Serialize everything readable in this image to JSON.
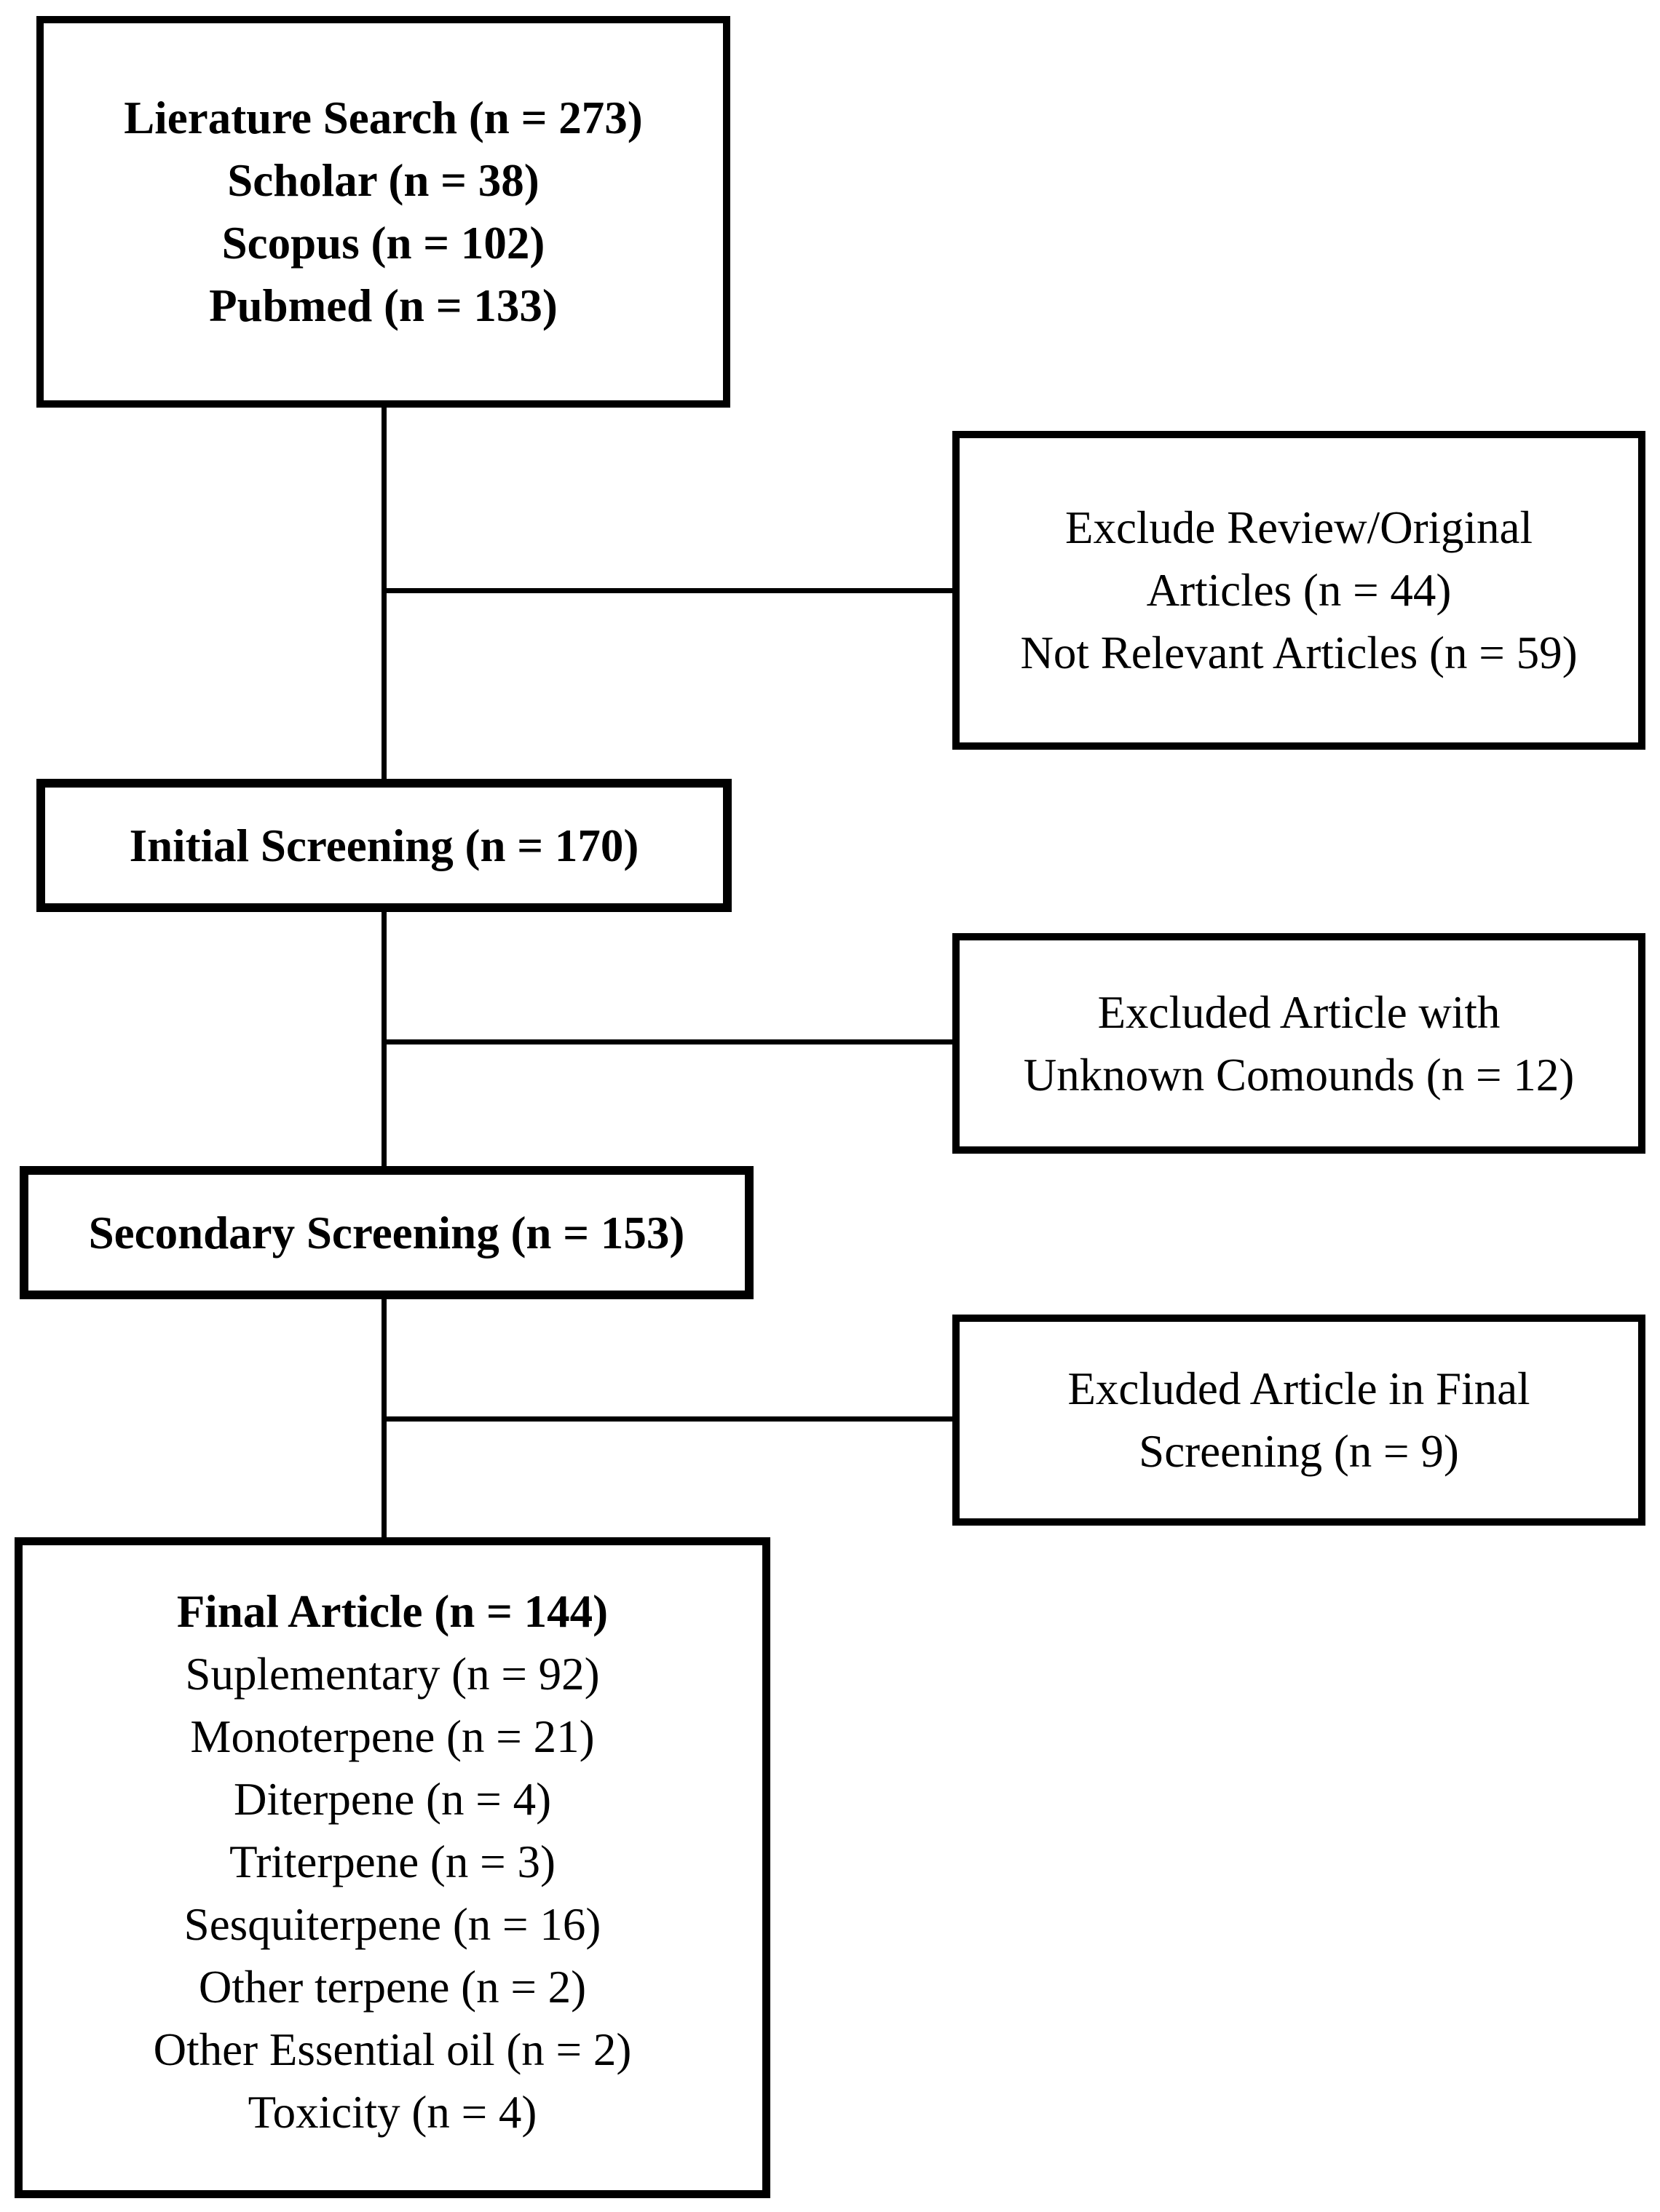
{
  "flowchart": {
    "colors": {
      "stroke": "#000000",
      "text": "#000000",
      "background": "#ffffff"
    },
    "literature_box": {
      "lines": [
        "Lierature Search (n = 273)",
        "Scholar (n = 38)",
        "Scopus (n = 102)",
        "Pubmed (n = 133)"
      ]
    },
    "initial_box": {
      "label": "Initial Screening (n = 170)"
    },
    "secondary_box": {
      "label": "Secondary Screening (n = 153)"
    },
    "final_box": {
      "lines": [
        "Final Article (n = 144)",
        "Suplementary (n = 92)",
        "Monoterpene (n = 21)",
        "Diterpene (n = 4)",
        "Triterpene (n = 3)",
        "Sesquiterpene (n = 16)",
        "Other terpene (n = 2)",
        "Other Essential oil (n = 2)",
        "Toxicity (n = 4)"
      ]
    },
    "exclusion_boxes": [
      {
        "lines": [
          "Exclude Review/Original",
          "Articles (n = 44)",
          "Not Relevant Articles (n = 59)"
        ]
      },
      {
        "lines": [
          "Excluded Article with",
          "Unknown Comounds (n = 12)"
        ]
      },
      {
        "lines": [
          "Excluded Article in Final",
          "Screening (n = 9)"
        ]
      }
    ]
  }
}
